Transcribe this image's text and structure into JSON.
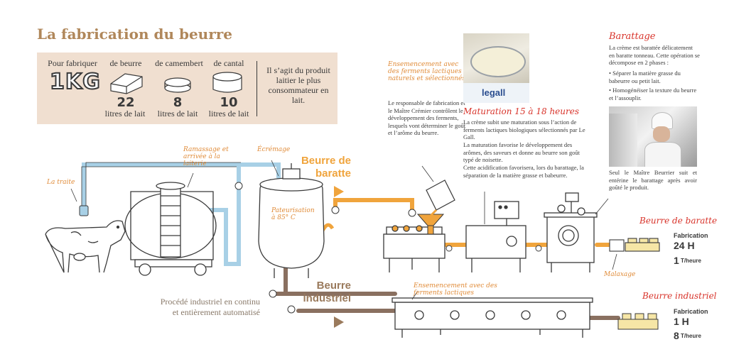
{
  "title": "La fabrication du beurre",
  "info": {
    "pour_fabriquer": "Pour fabriquer",
    "kg": "1KG",
    "products": [
      {
        "name": "de beurre",
        "number": "22",
        "unit": "litres de lait",
        "icon": "butter-block-icon"
      },
      {
        "name": "de camembert",
        "number": "8",
        "unit": "litres de lait",
        "icon": "camembert-icon"
      },
      {
        "name": "de cantal",
        "number": "10",
        "unit": "litres de lait",
        "icon": "cantal-wheel-icon"
      }
    ],
    "note": "Il s’agit du produit laitier le plus consommateur en lait."
  },
  "labels": {
    "la_traite": "La traite",
    "ramassage": "Ramassage et arrivée à la laiterie",
    "ecremage": "Écrémage",
    "pasteurisation": "Pateurisation à 85° C",
    "beurre_de_baratte_line": "Beurre de baratte",
    "beurre_industriel_line": "Beurre industriel",
    "procede": "Procédé industriel en continu et entièrement automatisé",
    "ensemencement_top": "Ensemencement avec des ferments lactiques naturels et sélectionnés",
    "responsable": "Le responsable de fabrication et le Maître Crémier contrôlent le développement des ferments, lesquels vont déterminer le goût et l’arôme du beurre.",
    "ensemencement_bottom": "Ensemencement avec des ferments lactiques",
    "malaxage": "Malaxage"
  },
  "photo_brand": "legall",
  "maturation": {
    "heading": "Maturation 15 à 18 heures",
    "p1": "La crème subit une maturation sous l’action de ferments lactiques biologiques sélectionnés par Le Gall.",
    "p2": "La maturation favorise le développement des arômes, des saveurs et donne au beurre son goût typé de noisette.",
    "p3": "Cette acidification favorisera, lors du barattage, la séparation de la matière grasse et babeurre."
  },
  "barattage": {
    "heading": "Barattage",
    "p1": "La crème est barattée délicatement en baratte tonneau. Cette opération se décompose en 2 phases :",
    "b1": "• Séparer la matière grasse du babeurre ou petit lait.",
    "b2": "• Homogénéiser la texture du beurre et l’assouplir.",
    "p2": "Seul le Maître Beurrier suit et entérine le barattage après avoir goûté le produit."
  },
  "results": {
    "baratte": {
      "heading": "Beurre de baratte",
      "fab_label": "Fabrication",
      "fab_value": "24 H",
      "rate_value": "1",
      "rate_unit": "T/heure"
    },
    "industriel": {
      "heading": "Beurre industriel",
      "fab_label": "Fabrication",
      "fab_value": "1 H",
      "rate_value": "8",
      "rate_unit": "T/heure"
    }
  },
  "colors": {
    "title": "#b0875a",
    "info_bg": "#f0dfd0",
    "pipe_blue": "#a8d0e6",
    "pipe_orange": "#f0a43c",
    "pipe_brown": "#8a7060",
    "accent_red": "#d8332a",
    "script_orange": "#e08b38"
  }
}
